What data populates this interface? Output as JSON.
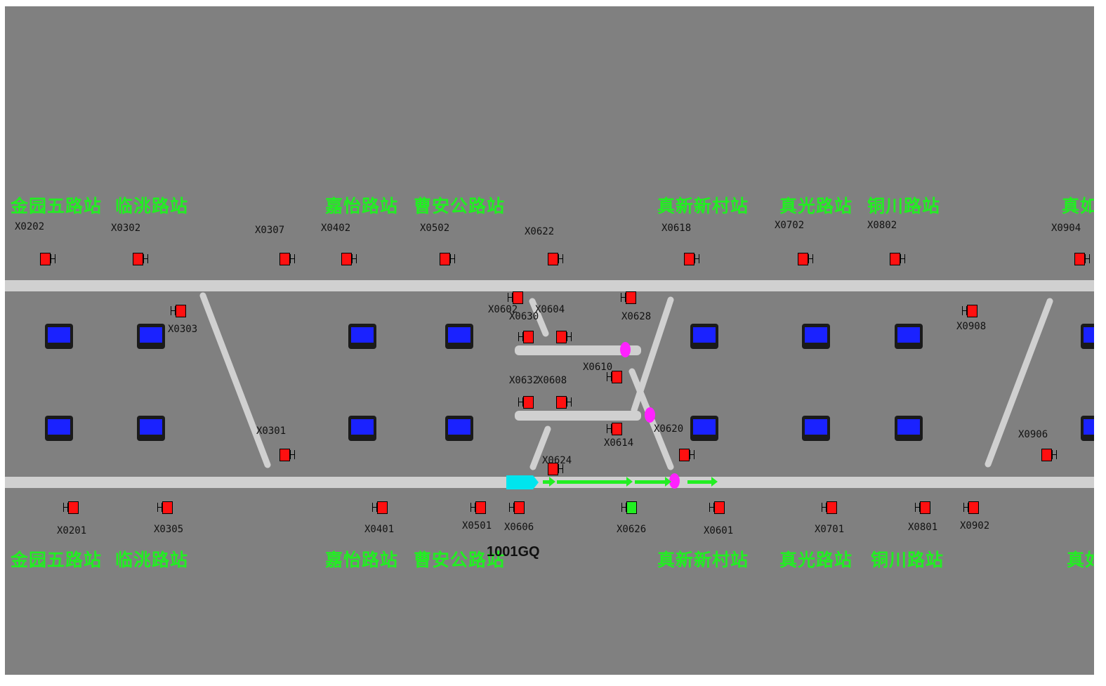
{
  "stations_top": [
    "金园五路站",
    "临洮路站",
    "嘉怡路站",
    "曹安公路站",
    "真新新村站",
    "真光路站",
    "铜川路站",
    "真如"
  ],
  "stations_bottom": [
    "金园五路站",
    "临洮路站",
    "嘉怡路站",
    "曹安公路站",
    "真新新村站",
    "真光路站",
    "铜川路站",
    "真如"
  ],
  "signals": {
    "top_row": [
      "X0202",
      "X0302",
      "X0307",
      "X0402",
      "X0502",
      "X0622",
      "X0618",
      "X0702",
      "X0802",
      "X0904"
    ],
    "mid": [
      "X0303",
      "X0602",
      "X0604",
      "X0630",
      "X0628",
      "X0908",
      "X0610",
      "X0632",
      "X0608",
      "X0301",
      "X0620",
      "X0614",
      "X0624",
      "X0906"
    ],
    "bottom_row": [
      "X0201",
      "X0305",
      "X0401",
      "X0501",
      "X0606",
      "X0626",
      "X0601",
      "X0701",
      "X0801",
      "X0902"
    ]
  },
  "train": {
    "id": "1001GQ"
  },
  "colors": {
    "background": "#808080",
    "track": "#d0d0d0",
    "station_text": "#22ee22",
    "signal_red": "#ff1010",
    "signal_green": "#22ee22",
    "platform": "#1a22ff",
    "train": "#00e5ee",
    "switch_point": "#ff22ff"
  }
}
